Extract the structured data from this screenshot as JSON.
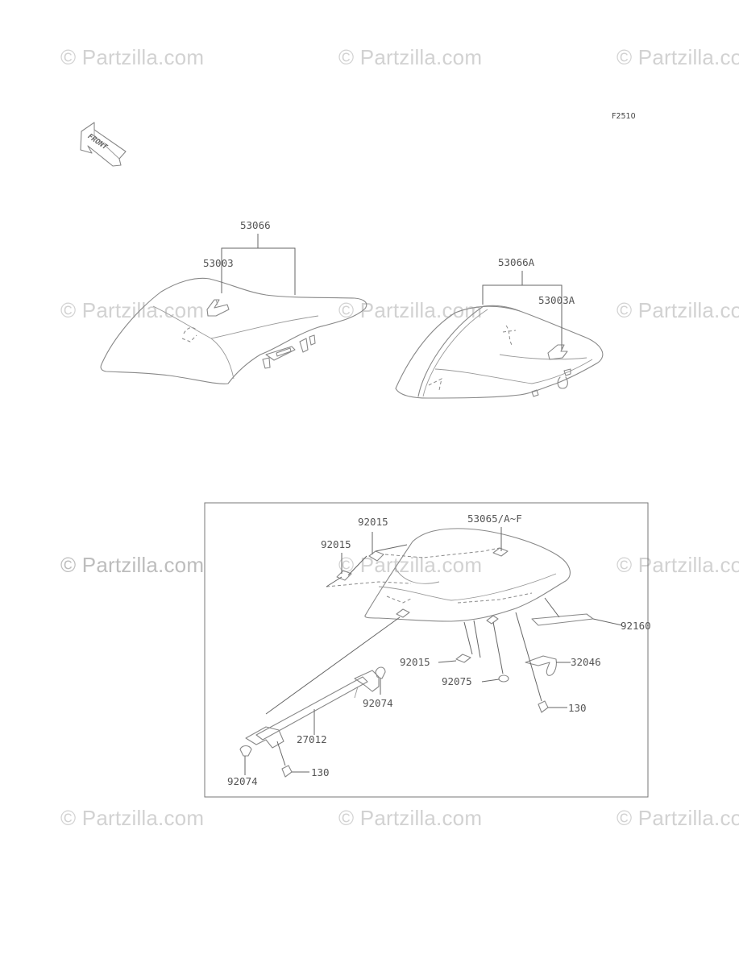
{
  "watermark": "© Partzilla.com",
  "diagram_code": "F2510",
  "front_label": "FRONT",
  "labels": {
    "p53066": "53066",
    "p53003": "53003",
    "p53066A": "53066A",
    "p53003A": "53003A",
    "p53065": "53065/A~F",
    "p92015_a": "92015",
    "p92015_b": "92015",
    "p92015_c": "92015",
    "p92160": "92160",
    "p32046": "32046",
    "p92075": "92075",
    "p130_a": "130",
    "p92074_a": "92074",
    "p27012": "27012",
    "p130_b": "130",
    "p92074_b": "92074"
  }
}
